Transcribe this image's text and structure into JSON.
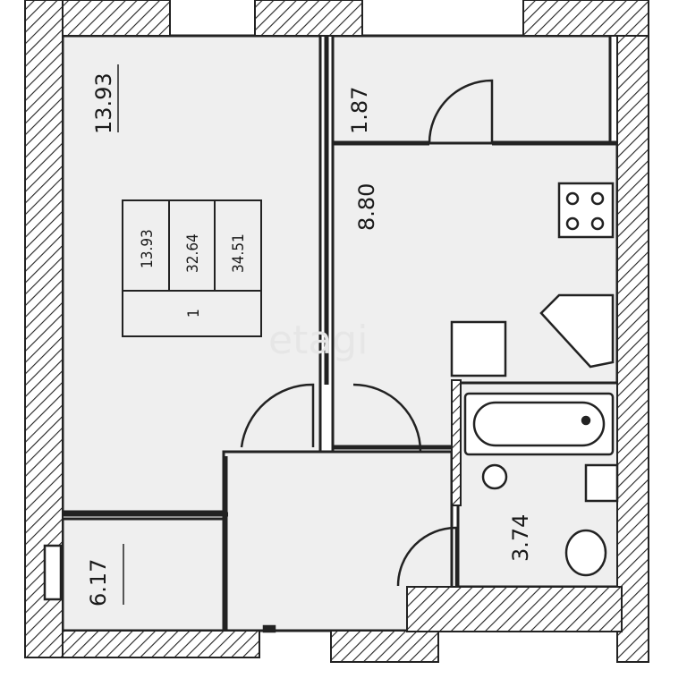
{
  "rooms": {
    "living_room_area": "13.93",
    "storage_area": "1.87",
    "kitchen_area": "8.80",
    "bathroom_area": "3.74",
    "hallway_area": "6.17"
  },
  "summary_table": {
    "living_area": "13.93",
    "total_area_without_balcony": "32.64",
    "total_area": "34.51",
    "room_count": "1"
  },
  "watermark": "etagi",
  "colors": {
    "wall_hatch": "#222222",
    "floor": "#efefef",
    "background": "#ffffff"
  }
}
